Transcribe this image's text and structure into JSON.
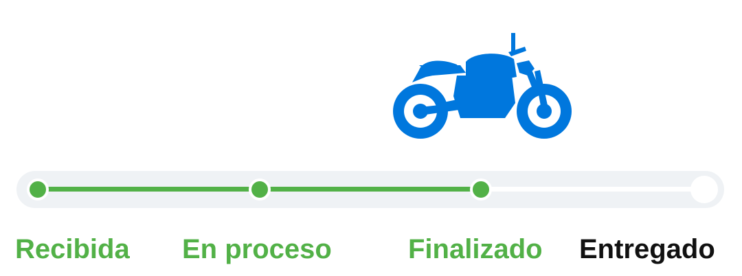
{
  "tracker": {
    "vehicle_icon": "motorcycle-icon",
    "colors": {
      "vehicle": "#0077dd",
      "complete": "#52b147",
      "track": "#eff2f5",
      "pending_text": "#111111"
    },
    "steps": [
      {
        "label": "Recibida",
        "status": "complete"
      },
      {
        "label": "En proceso",
        "status": "complete"
      },
      {
        "label": "Finalizado",
        "status": "complete"
      },
      {
        "label": "Entregado",
        "status": "pending"
      }
    ]
  }
}
